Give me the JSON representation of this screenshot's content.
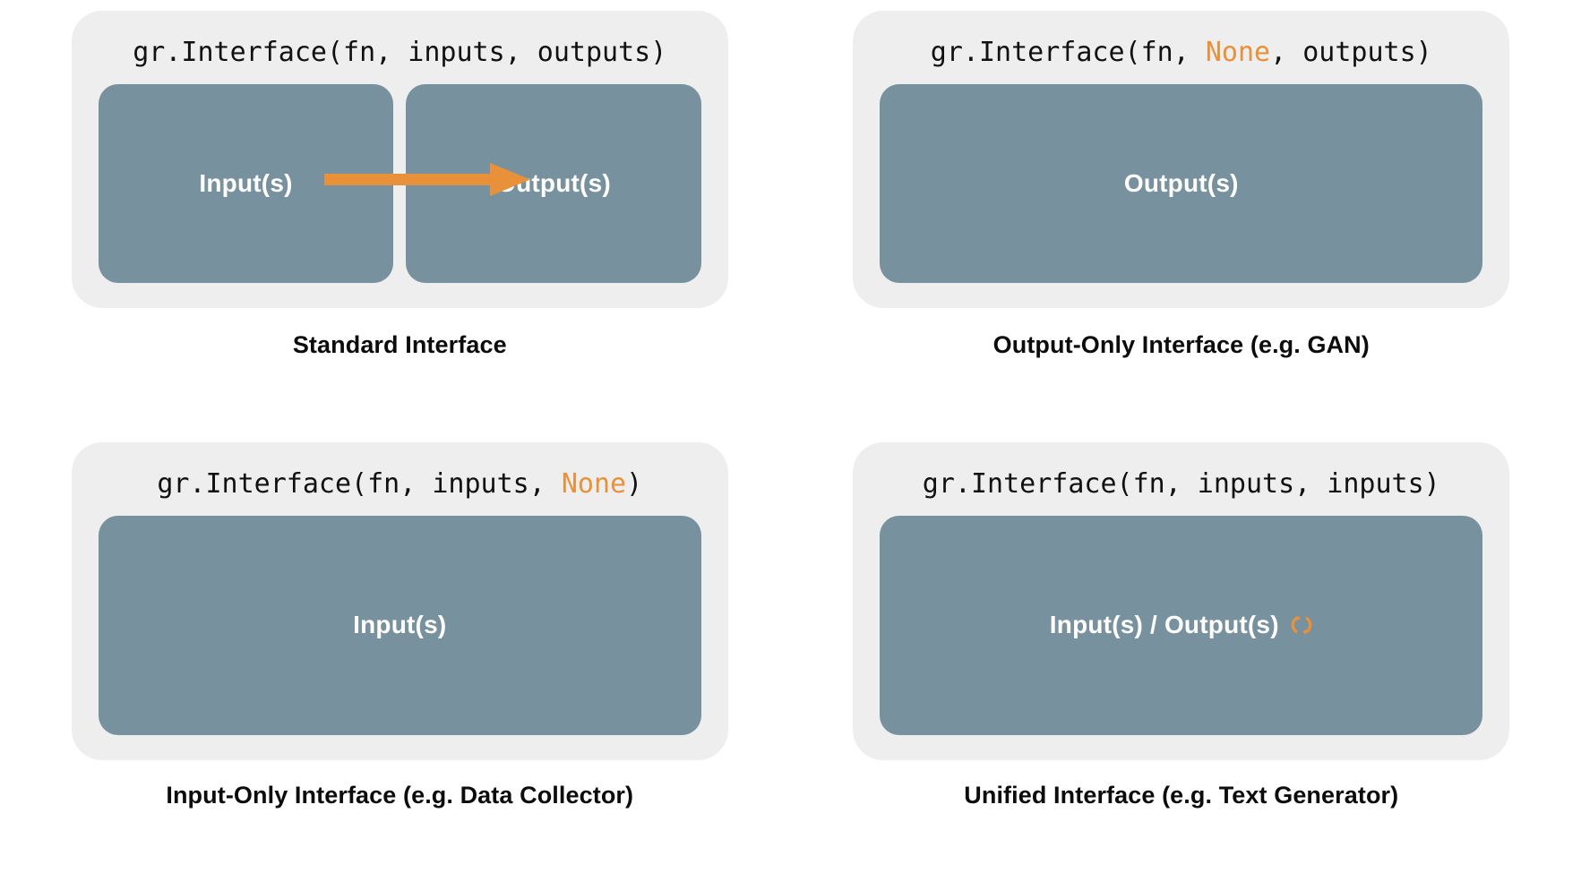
{
  "colors": {
    "card_background": "#eeeeee",
    "box_fill": "#78919e",
    "accent_orange": "#e8913a",
    "box_label_text": "#ffffff",
    "caption_text": "#0c0c0c",
    "code_text": "#111111",
    "page_background": "#ffffff"
  },
  "panels": [
    {
      "id": "standard-interface",
      "code_prefix": "gr.Interface(fn, inputs, outputs)",
      "code_parts": [
        {
          "text": "gr.Interface(fn, inputs, outputs)",
          "accent": false
        }
      ],
      "boxes": [
        {
          "label": "Input(s)",
          "icon": ""
        },
        {
          "label": "Output(s)",
          "icon": ""
        }
      ],
      "arrow": "right-arrow",
      "caption": "Standard Interface"
    },
    {
      "id": "output-only-interface",
      "code_parts": [
        {
          "text": "gr.Interface(fn, ",
          "accent": false
        },
        {
          "text": "None",
          "accent": true
        },
        {
          "text": ", outputs)",
          "accent": false
        }
      ],
      "boxes": [
        {
          "label": "Output(s)",
          "icon": ""
        }
      ],
      "arrow": "",
      "caption": "Output-Only Interface (e.g. GAN)"
    },
    {
      "id": "input-only-interface",
      "code_parts": [
        {
          "text": "gr.Interface(fn, inputs, ",
          "accent": false
        },
        {
          "text": "None",
          "accent": true
        },
        {
          "text": ")",
          "accent": false
        }
      ],
      "boxes": [
        {
          "label": "Input(s)",
          "icon": ""
        }
      ],
      "arrow": "",
      "caption": "Input-Only Interface (e.g. Data Collector)"
    },
    {
      "id": "unified-interface",
      "code_parts": [
        {
          "text": "gr.Interface(fn, inputs, inputs)",
          "accent": false
        }
      ],
      "boxes": [
        {
          "label": "Input(s) / Output(s)",
          "icon": "sync-arrows-icon"
        }
      ],
      "arrow": "",
      "caption": "Unified Interface (e.g. Text Generator)"
    }
  ],
  "panel0": {
    "code_full": "gr.Interface(fn, inputs, outputs)",
    "box_left_label": "Input(s)",
    "box_right_label": "Output(s)",
    "caption": "Standard Interface"
  },
  "panel1": {
    "code_a": "gr.Interface(fn, ",
    "code_none": "None",
    "code_b": ", outputs)",
    "box_label": "Output(s)",
    "caption": "Output-Only Interface (e.g. GAN)"
  },
  "panel2": {
    "code_a": "gr.Interface(fn, inputs, ",
    "code_none": "None",
    "code_b": ")",
    "box_label": "Input(s)",
    "caption": "Input-Only Interface (e.g. Data Collector)"
  },
  "panel3": {
    "code_full": "gr.Interface(fn, inputs, inputs)",
    "box_label": "Input(s) / Output(s)",
    "icon_name": "sync-arrows-icon",
    "caption": "Unified Interface (e.g. Text Generator)"
  }
}
